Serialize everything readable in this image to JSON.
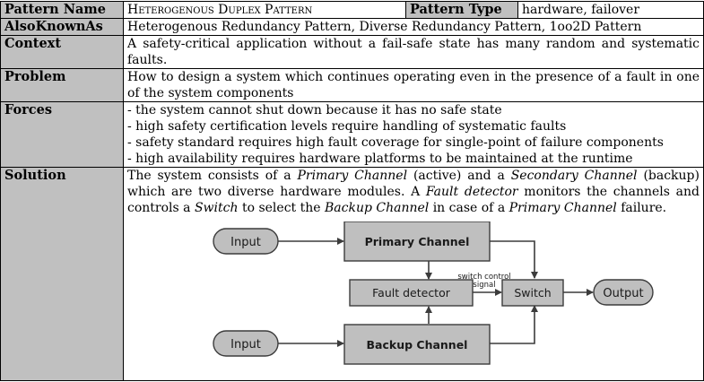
{
  "header": {
    "name_label": "Pattern Name",
    "name_value": "Heterogenous Duplex Pattern",
    "type_label": "Pattern Type",
    "type_value": "hardware, failover"
  },
  "rows": {
    "aka": {
      "label": "AlsoKnownAs",
      "text": "Heterogenous Redundancy Pattern, Diverse Redundancy Pattern, 1oo2D Pattern"
    },
    "context": {
      "label": "Context",
      "text": "A safety-critical application without a fail-safe state has many random and systematic faults."
    },
    "problem": {
      "label": "Problem",
      "text": "How to design a system which continues operating even in the presence of a fault in one of the system components"
    },
    "forces": {
      "label": "Forces",
      "items": [
        "- the system cannot shut down because it has no safe state",
        "- high safety certification levels require handling of systematic faults",
        "- safety standard requires high fault coverage for single-point of failure components",
        "- high availability requires hardware platforms to be maintained at the runtime"
      ]
    },
    "solution": {
      "label": "Solution",
      "segments": [
        {
          "t": "The system consists of a ",
          "i": false
        },
        {
          "t": "Primary Channel",
          "i": true
        },
        {
          "t": " (active) and a ",
          "i": false
        },
        {
          "t": "Secondary Channel",
          "i": true
        },
        {
          "t": " (backup) which are two diverse hardware modules. A ",
          "i": false
        },
        {
          "t": "Fault detector",
          "i": true
        },
        {
          "t": " monitors the channels and controls a ",
          "i": false
        },
        {
          "t": "Switch",
          "i": true
        },
        {
          "t": " to select the ",
          "i": false
        },
        {
          "t": "Backup Channel",
          "i": true
        },
        {
          "t": " in case of a ",
          "i": false
        },
        {
          "t": "Primary Channel",
          "i": true
        },
        {
          "t": " failure.",
          "i": false
        }
      ]
    }
  },
  "diagram": {
    "input_top": "Input",
    "primary_channel": "Primary Channel",
    "fault_detector": "Fault detector",
    "switch_control_line1": "switch control",
    "switch_control_line2": "signal",
    "switch": "Switch",
    "output": "Output",
    "input_bottom": "Input",
    "backup_channel": "Backup Channel",
    "colors": {
      "box_fill": "#bfbfbf",
      "stroke": "#3c3c3c"
    }
  }
}
